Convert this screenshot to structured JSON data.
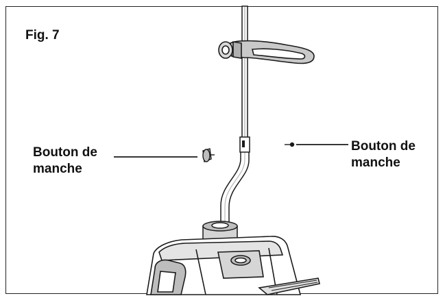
{
  "figure": {
    "title": "Fig. 7"
  },
  "callouts": {
    "left": {
      "line1": "Bouton de",
      "line2": "manche"
    },
    "right": {
      "line1": "Bouton de",
      "line2": "manche"
    }
  },
  "colors": {
    "ink": "#1a1a1a",
    "shade": "#bdbdbd",
    "background": "#ffffff"
  }
}
